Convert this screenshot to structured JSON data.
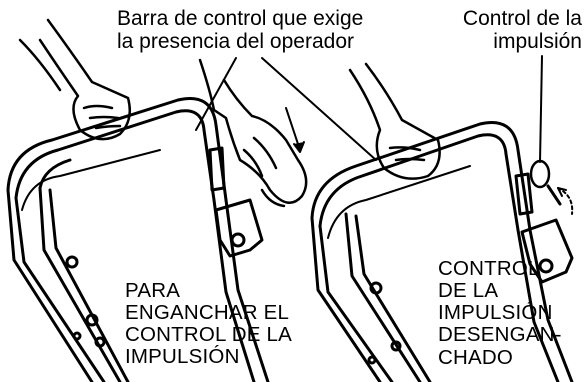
{
  "labels": {
    "operator_presence_bar": [
      "Barra de control que exige",
      "la presencia del operador"
    ],
    "drive_control": [
      "Control de la",
      "impulsión"
    ]
  },
  "captions": {
    "engage": [
      "PARA",
      "ENGANCHAR EL",
      "CONTROL DE LA",
      "IMPULSIÓN"
    ],
    "disengaged": [
      "CONTROL",
      "DE LA",
      "IMPULSIÓN",
      "DESENGAN-",
      "CHADO"
    ]
  }
}
